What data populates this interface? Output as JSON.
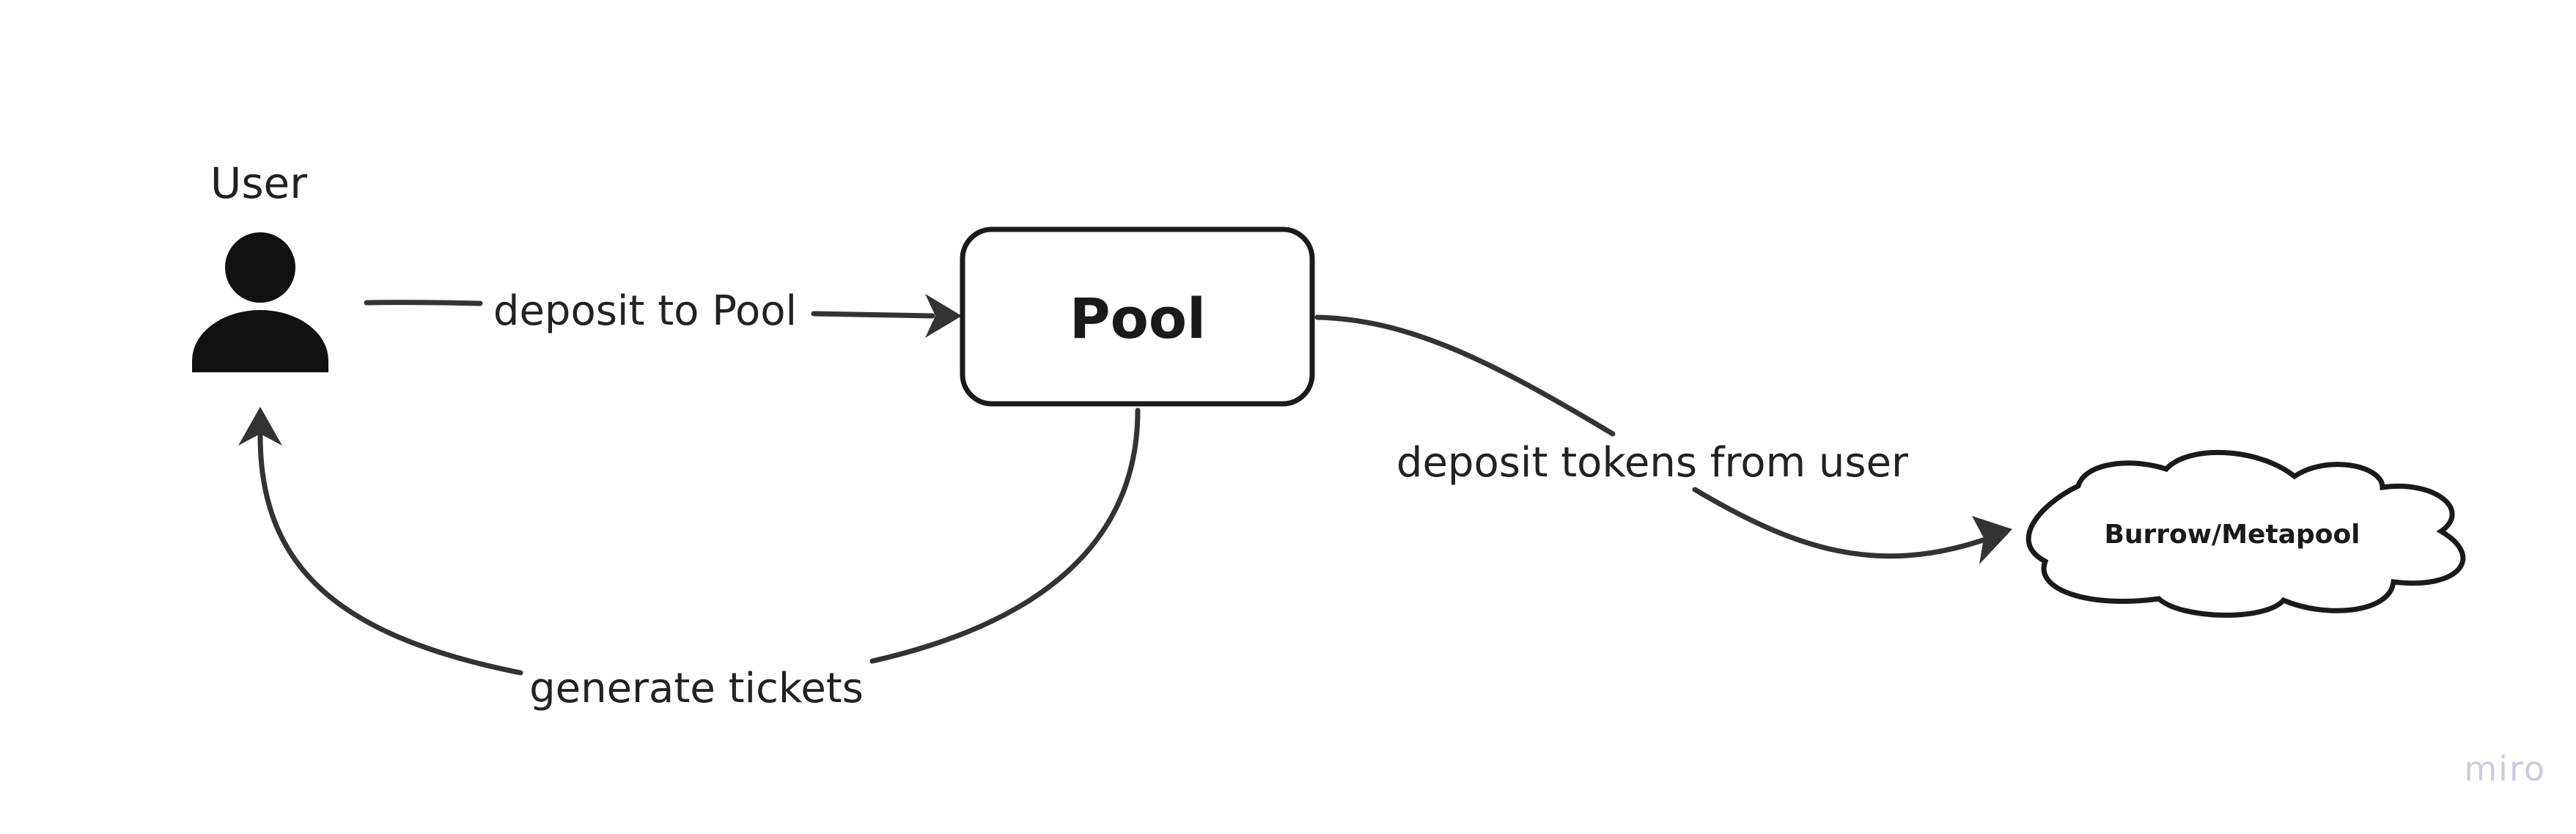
{
  "diagram": {
    "nodes": {
      "user": {
        "label": "User",
        "icon": "user-icon"
      },
      "pool": {
        "label": "Pool"
      },
      "burrow": {
        "label": "Burrow/Metapool",
        "shape": "cloud"
      }
    },
    "edges": {
      "user_to_pool": {
        "label": "deposit to Pool"
      },
      "pool_to_user": {
        "label": "generate tickets"
      },
      "pool_to_burrow": {
        "label": "deposit tokens from user"
      }
    }
  },
  "watermark": {
    "text": "miro"
  },
  "colors": {
    "stroke": "#333333",
    "text": "#222222",
    "watermark": "#c9cbe0",
    "background": "#ffffff"
  }
}
